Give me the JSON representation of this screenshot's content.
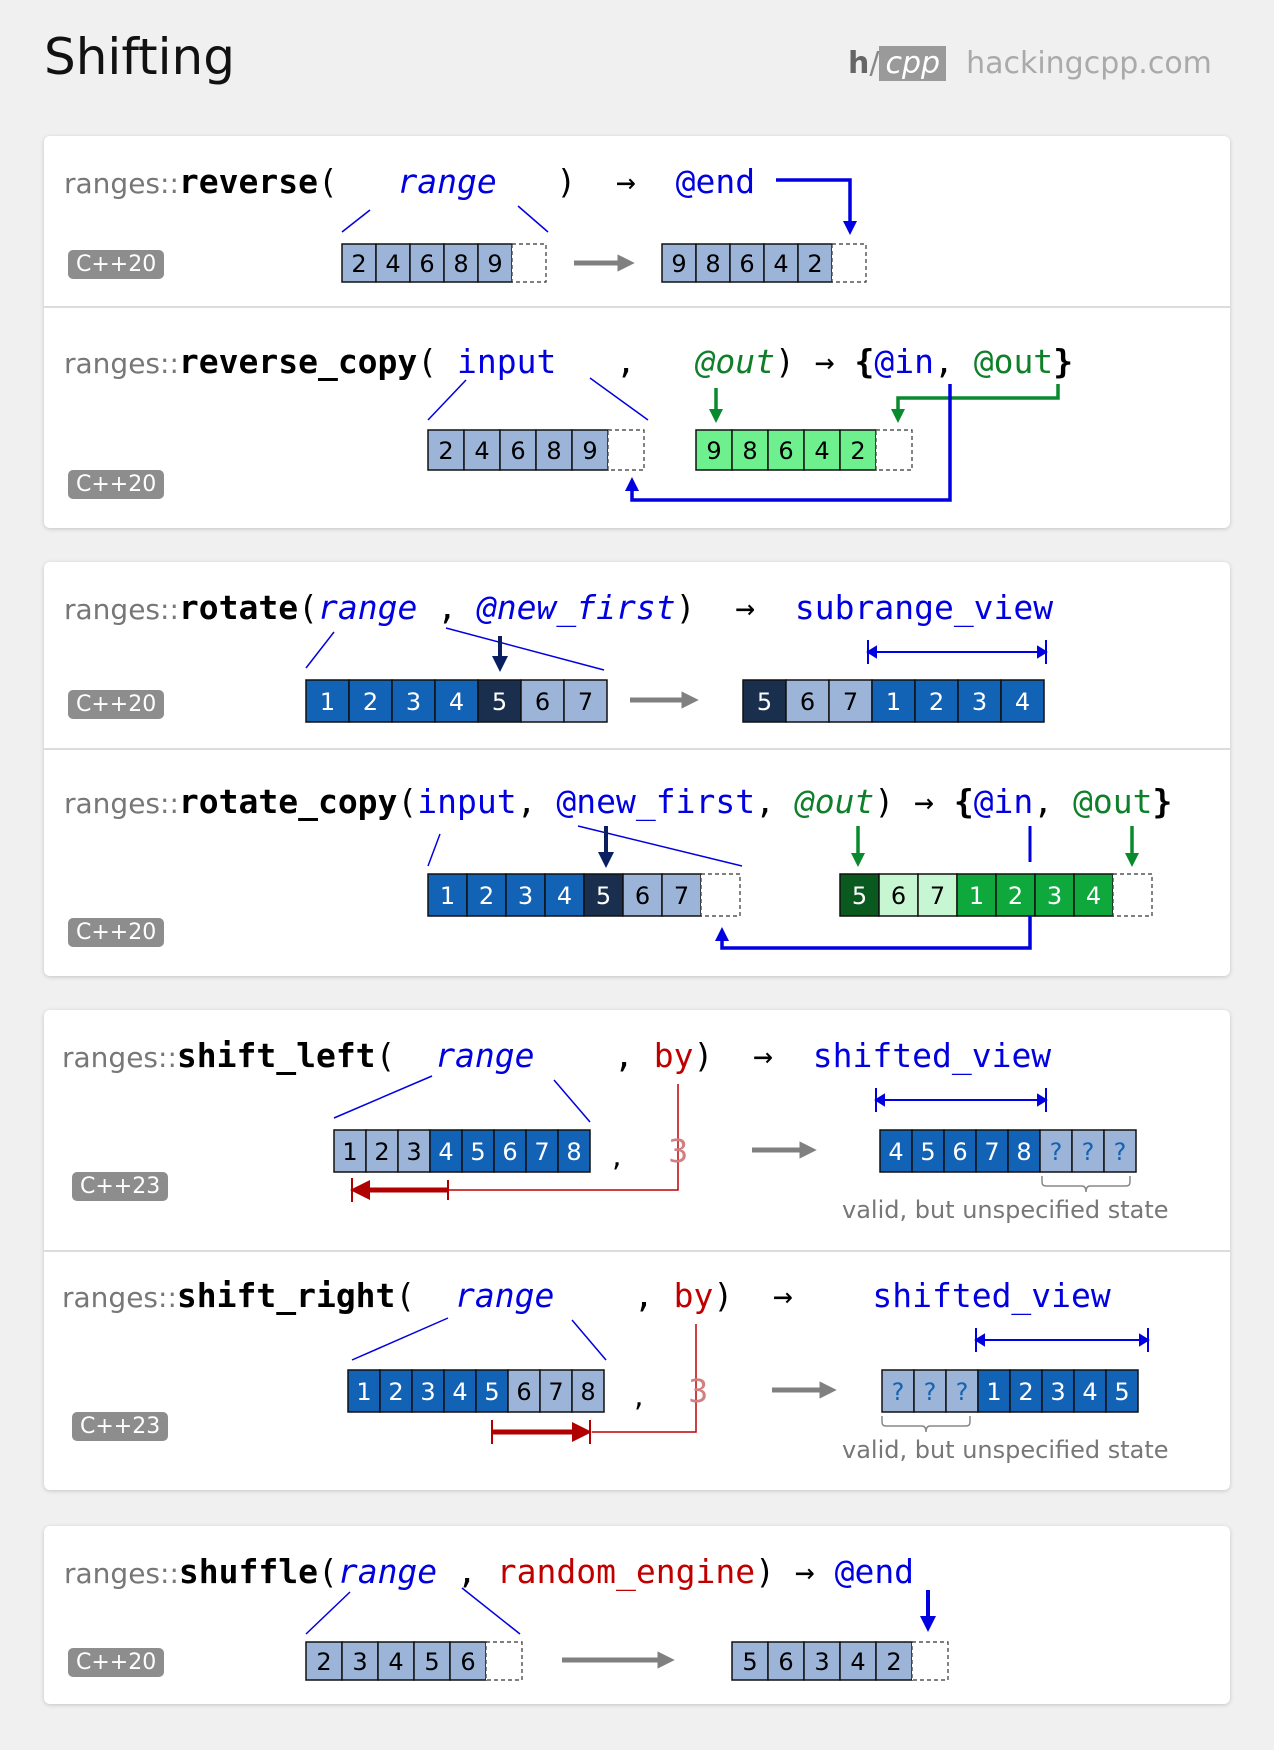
{
  "title": "Shifting",
  "logo": {
    "h": "h",
    "cpp": "cpp",
    "site": "hackingcpp.com"
  },
  "common": {
    "ns": "ranges::",
    "in": "@in",
    "out": "@out",
    "comma": ",",
    "arrow": "→",
    "open": "(",
    "close": ")",
    "lbrace": "{",
    "rbrace": "}",
    "cpp20": "C++20",
    "cpp23": "C++23"
  },
  "reverse": {
    "fn": "reverse",
    "arg": "range",
    "ret": "@end",
    "before": [
      "2",
      "4",
      "6",
      "8",
      "9"
    ],
    "after": [
      "9",
      "8",
      "6",
      "4",
      "2"
    ]
  },
  "reverse_copy": {
    "fn": "reverse_copy",
    "arg": "input",
    "before": [
      "2",
      "4",
      "6",
      "8",
      "9"
    ],
    "after": [
      "9",
      "8",
      "6",
      "4",
      "2"
    ]
  },
  "rotate": {
    "fn": "rotate",
    "arg1": "range",
    "arg2": "@new_first",
    "ret": "subrange_view",
    "before": [
      "1",
      "2",
      "3",
      "4",
      "5",
      "6",
      "7"
    ],
    "after": [
      "5",
      "6",
      "7",
      "1",
      "2",
      "3",
      "4"
    ]
  },
  "rotate_copy": {
    "fn": "rotate_copy",
    "arg1": "input",
    "arg2": "@new_first",
    "before": [
      "1",
      "2",
      "3",
      "4",
      "5",
      "6",
      "7"
    ],
    "after": [
      "5",
      "6",
      "7",
      "1",
      "2",
      "3",
      "4"
    ]
  },
  "shift_left": {
    "fn": "shift_left",
    "arg": "range",
    "by": "by",
    "ret": "shifted_view",
    "before": [
      "1",
      "2",
      "3",
      "4",
      "5",
      "6",
      "7",
      "8"
    ],
    "amount": "3",
    "after": [
      "4",
      "5",
      "6",
      "7",
      "8",
      "?",
      "?",
      "?"
    ],
    "note": "valid, but unspecified state"
  },
  "shift_right": {
    "fn": "shift_right",
    "arg": "range",
    "by": "by",
    "ret": "shifted_view",
    "before": [
      "1",
      "2",
      "3",
      "4",
      "5",
      "6",
      "7",
      "8"
    ],
    "amount": "3",
    "after": [
      "?",
      "?",
      "?",
      "1",
      "2",
      "3",
      "4",
      "5"
    ],
    "note": "valid, but unspecified state"
  },
  "shuffle": {
    "fn": "shuffle",
    "arg": "range",
    "engine": "random_engine",
    "ret": "@end",
    "before": [
      "2",
      "3",
      "4",
      "5",
      "6"
    ],
    "after": [
      "5",
      "6",
      "3",
      "4",
      "2"
    ]
  },
  "colors": {
    "light_blue": "#9bb4d8",
    "blue": "#1262b5",
    "dark_navy": "#1a2f4d",
    "light_green": "#6ef08f",
    "green": "#0ea83c",
    "dark_green": "#0a5a20",
    "pale_green": "#c7f7d2",
    "arrow_blue": "#0000e0",
    "arrow_green": "#0a8a2e",
    "arrow_red": "#b00000",
    "gray_arrow": "#808080"
  }
}
